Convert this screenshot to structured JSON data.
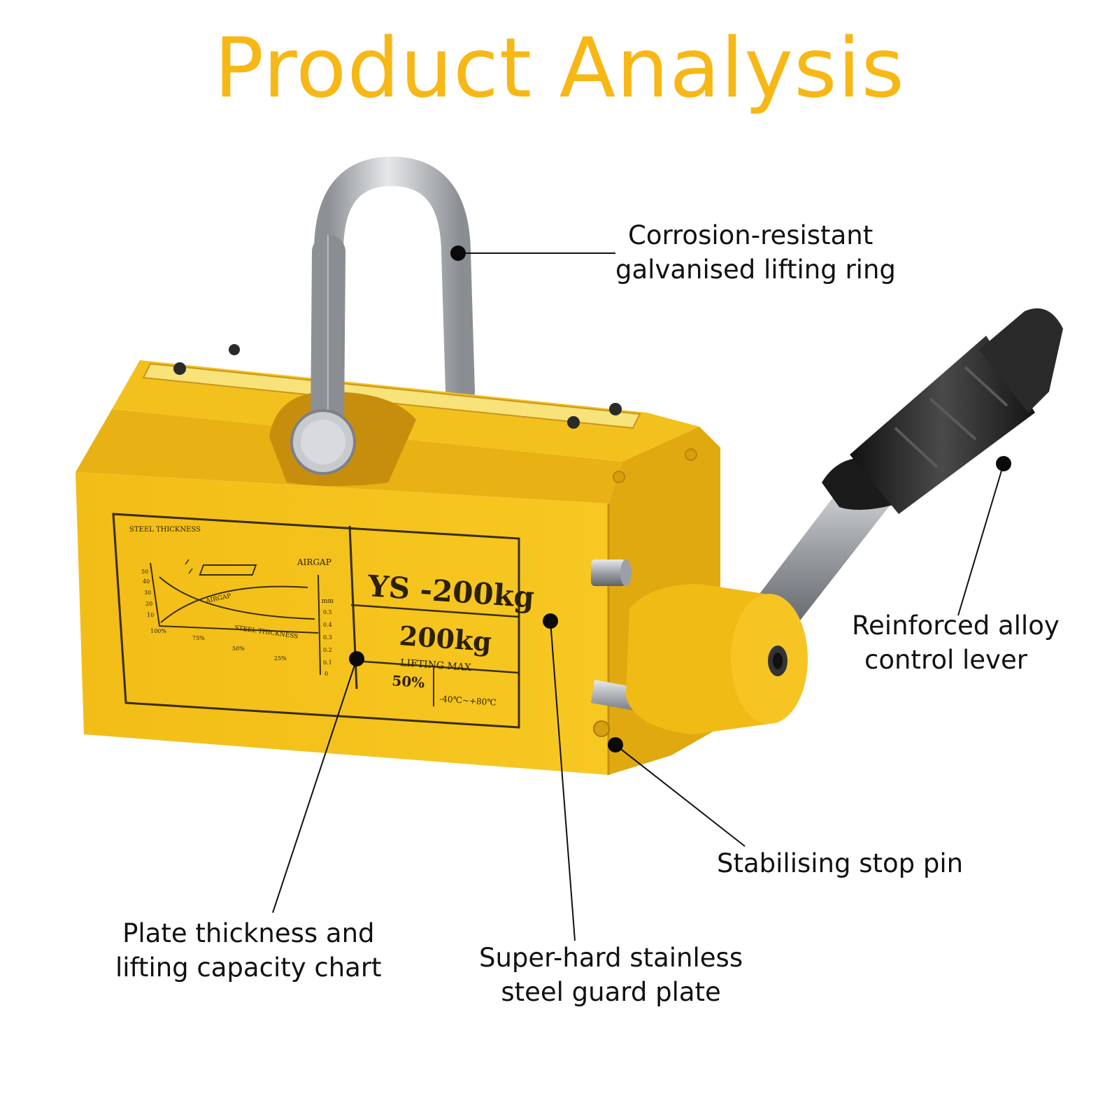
{
  "title": "Product Analysis",
  "colors": {
    "title": "#f7b715",
    "body_yellow": "#f5c21b",
    "body_shadow": "#d9a40e",
    "steel": "#b9bcc0",
    "handle": "#222222",
    "text": "#111111"
  },
  "product_label": {
    "model": "YS -200kg",
    "capacity": "200kg",
    "capacity_caption": "LIFTING  MAX",
    "safety_factor": "50%",
    "temperature_range": "-40℃~+80℃",
    "chart_steel_thickness": "STEEL THICKNESS",
    "chart_airgap": "AIRGAP",
    "chart_axis_mm": "mm",
    "chart_curve_airgap": "AIRGAP",
    "chart_curve_steel": "STEEL  THICKNESS",
    "chart_y_ticks": [
      "50",
      "40",
      "30",
      "20",
      "10"
    ],
    "chart_x_ticks": [
      "100%",
      "75%",
      "50%",
      "25%"
    ],
    "chart_gap_ticks": [
      "0.5",
      "0.4",
      "0.3",
      "0.2",
      "0.1",
      "0"
    ]
  },
  "callouts": {
    "lifting_ring": {
      "line1": "Corrosion-resistant",
      "line2": "galvanised lifting ring"
    },
    "control_lever": {
      "line1": "Reinforced alloy",
      "line2": "control lever"
    },
    "stop_pin": {
      "line1": "Stabilising stop pin"
    },
    "capacity_chart": {
      "line1": "Plate thickness and",
      "line2": "lifting capacity chart"
    },
    "guard_plate": {
      "line1": "Super-hard stainless",
      "line2": "steel guard plate"
    }
  }
}
